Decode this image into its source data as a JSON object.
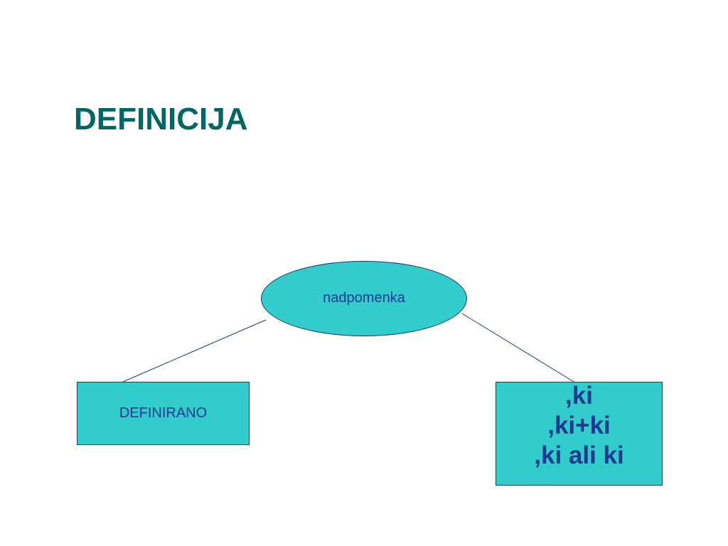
{
  "title": "DEFINICIJA",
  "nodes": {
    "top": {
      "label": "nadpomenka"
    },
    "left": {
      "label": "DEFINIRANO"
    },
    "right": {
      "lines": [
        ",ki",
        ",ki+ki",
        ",ki ali ki"
      ]
    }
  },
  "colors": {
    "title": "#006666",
    "node_fill": "#33cccc",
    "node_text": "#1a3a8f",
    "line": "#1a3a6b"
  }
}
